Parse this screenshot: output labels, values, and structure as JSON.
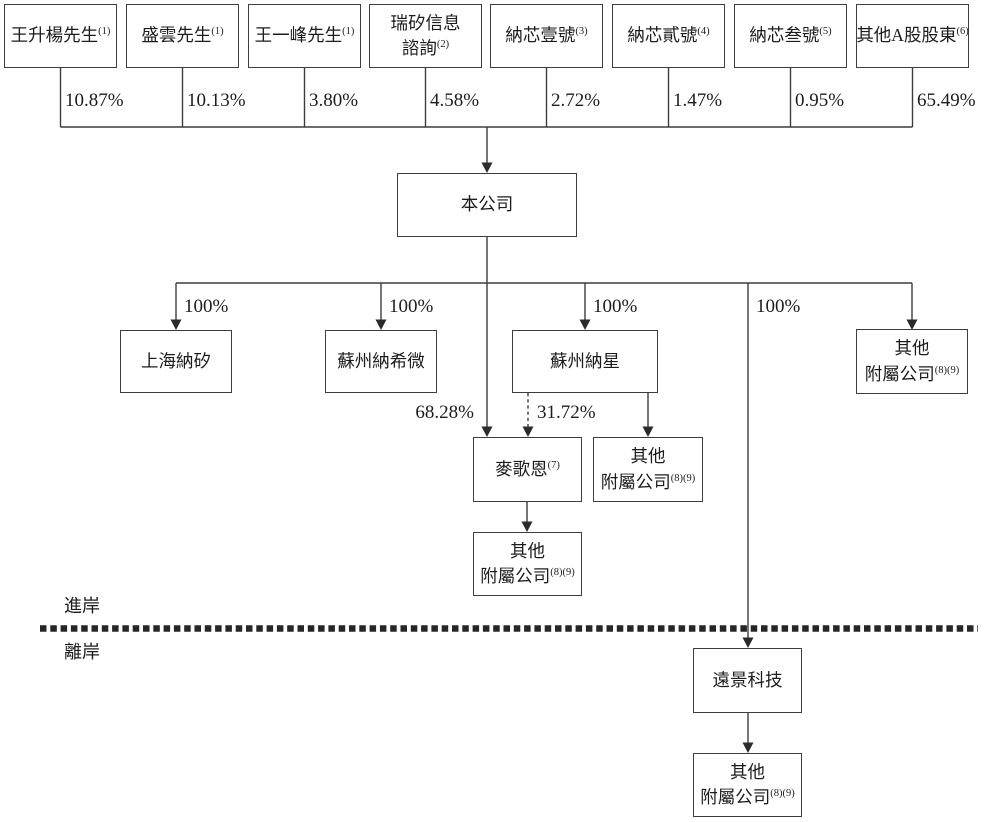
{
  "shareholders": [
    {
      "label": "王升楊先生",
      "sup": "(1)",
      "pct": "10.87%"
    },
    {
      "label": "盛雲先生",
      "sup": "(1)",
      "pct": "10.13%"
    },
    {
      "label": "王一峰先生",
      "sup": "(1)",
      "pct": "3.80%"
    },
    {
      "label": "瑞矽信息\n諮詢",
      "sup": "(2)",
      "pct": "4.58%"
    },
    {
      "label": "納芯壹號",
      "sup": "(3)",
      "pct": "2.72%"
    },
    {
      "label": "納芯貳號",
      "sup": "(4)",
      "pct": "1.47%"
    },
    {
      "label": "納芯叁號",
      "sup": "(5)",
      "pct": "0.95%"
    },
    {
      "label": "其他A股股東",
      "sup": "(6)",
      "pct": "65.49%"
    }
  ],
  "company": {
    "label": "本公司"
  },
  "subsidiaries": {
    "shanghai_nasi": {
      "label": "上海納矽",
      "pct": "100%"
    },
    "suzhou_naxiwei": {
      "label": "蘇州納希微",
      "pct": "100%"
    },
    "suzhou_naxing": {
      "label": "蘇州納星",
      "pct": "100%"
    },
    "other_right": {
      "label": "其他\n附屬公司",
      "sup": "(8)(9)",
      "pct": "100%"
    },
    "magen": {
      "label": "麥歌恩",
      "sup": "(7)",
      "pct_direct": "68.28%",
      "pct_from_naxing": "31.72%"
    },
    "other_mid": {
      "label": "其他\n附屬公司",
      "sup": "(8)(9)"
    },
    "other_under_magen": {
      "label": "其他\n附屬公司",
      "sup": "(8)(9)"
    },
    "yuanjing": {
      "label": "遠景科技"
    },
    "other_offshore": {
      "label": "其他\n附屬公司",
      "sup": "(8)(9)"
    }
  },
  "divider": {
    "above": "進岸",
    "below": "離岸"
  }
}
